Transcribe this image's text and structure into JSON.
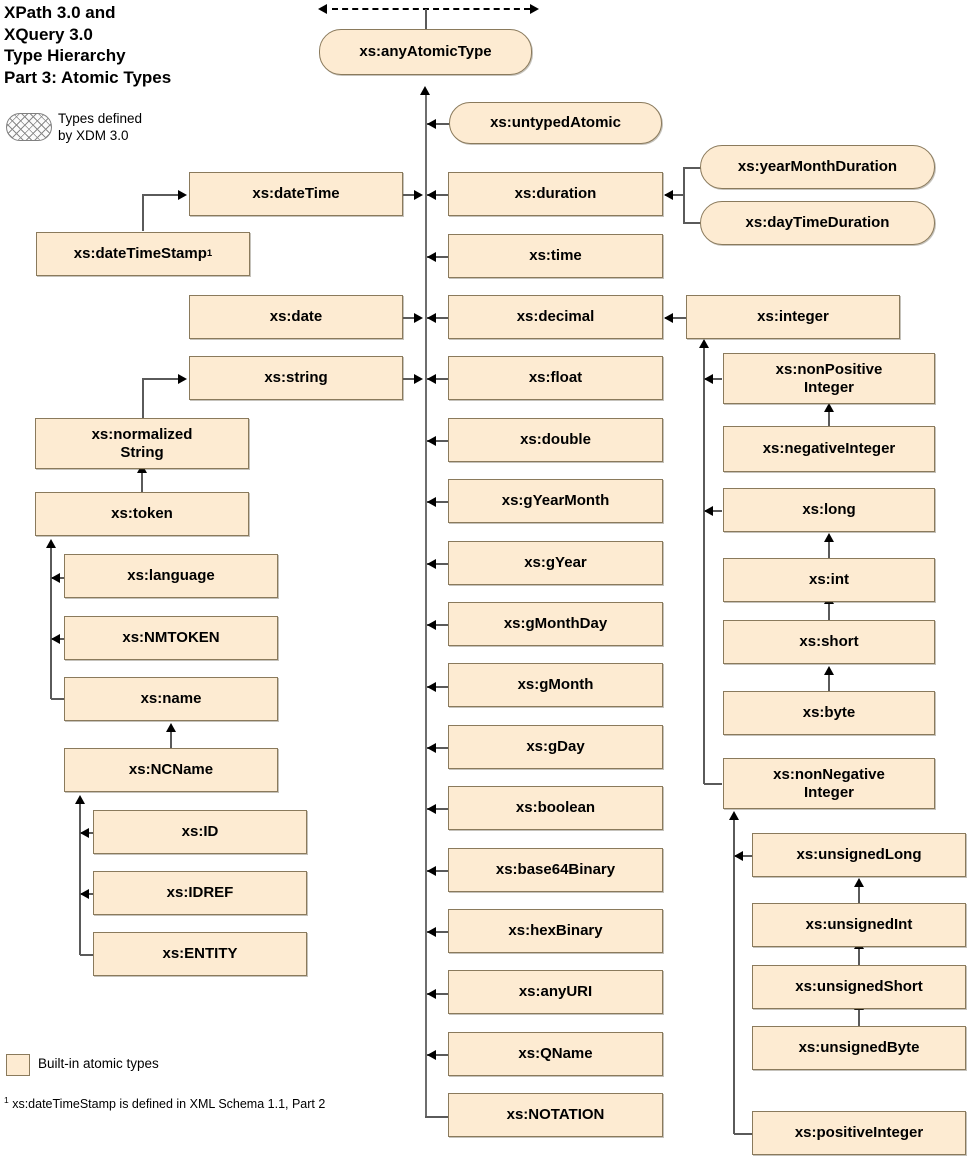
{
  "title": "XPath 3.0 and\nXQuery 3.0\nType Hierarchy\nPart 3: Atomic Types",
  "legend_top": {
    "icon": "hatched-rounded-pill",
    "label": "Types defined\nby XDM 3.0"
  },
  "legend_bottom": {
    "icon": "filled-square-swatch",
    "label": "Built-in atomic types"
  },
  "footnote": {
    "marker": "1",
    "text": " xs:dateTimeStamp is defined in XML Schema 1.1, Part 2"
  },
  "colors": {
    "node_fill": "#fdebd2",
    "node_border": "#8a7a5c",
    "connector": "#5a5a5a",
    "arrow": "#000000",
    "text": "#000000",
    "background": "#ffffff"
  },
  "nodes": {
    "anyAtomicType": {
      "label": "xs:anyAtomicType",
      "shape": "rounded"
    },
    "untypedAtomic": {
      "label": "xs:untypedAtomic",
      "shape": "rounded"
    },
    "yearMonthDuration": {
      "label": "xs:yearMonthDuration",
      "shape": "rounded"
    },
    "dayTimeDuration": {
      "label": "xs:dayTimeDuration",
      "shape": "rounded"
    },
    "dateTime": {
      "label": "xs:dateTime",
      "shape": "rect"
    },
    "dateTimeStamp": {
      "label": "xs:dateTimeStamp",
      "shape": "rect",
      "superscript": "1"
    },
    "date": {
      "label": "xs:date",
      "shape": "rect"
    },
    "string": {
      "label": "xs:string",
      "shape": "rect"
    },
    "normalizedString": {
      "label": "xs:normalized\nString",
      "shape": "rect"
    },
    "token": {
      "label": "xs:token",
      "shape": "rect"
    },
    "language": {
      "label": "xs:language",
      "shape": "rect"
    },
    "NMTOKEN": {
      "label": "xs:NMTOKEN",
      "shape": "rect"
    },
    "name": {
      "label": "xs:name",
      "shape": "rect"
    },
    "NCName": {
      "label": "xs:NCName",
      "shape": "rect"
    },
    "ID": {
      "label": "xs:ID",
      "shape": "rect"
    },
    "IDREF": {
      "label": "xs:IDREF",
      "shape": "rect"
    },
    "ENTITY": {
      "label": "xs:ENTITY",
      "shape": "rect"
    },
    "duration": {
      "label": "xs:duration",
      "shape": "rect"
    },
    "time": {
      "label": "xs:time",
      "shape": "rect"
    },
    "decimal": {
      "label": "xs:decimal",
      "shape": "rect"
    },
    "float": {
      "label": "xs:float",
      "shape": "rect"
    },
    "double": {
      "label": "xs:double",
      "shape": "rect"
    },
    "gYearMonth": {
      "label": "xs:gYearMonth",
      "shape": "rect"
    },
    "gYear": {
      "label": "xs:gYear",
      "shape": "rect"
    },
    "gMonthDay": {
      "label": "xs:gMonthDay",
      "shape": "rect"
    },
    "gMonth": {
      "label": "xs:gMonth",
      "shape": "rect"
    },
    "gDay": {
      "label": "xs:gDay",
      "shape": "rect"
    },
    "boolean": {
      "label": "xs:boolean",
      "shape": "rect"
    },
    "base64Binary": {
      "label": "xs:base64Binary",
      "shape": "rect"
    },
    "hexBinary": {
      "label": "xs:hexBinary",
      "shape": "rect"
    },
    "anyURI": {
      "label": "xs:anyURI",
      "shape": "rect"
    },
    "QName": {
      "label": "xs:QName",
      "shape": "rect"
    },
    "NOTATION": {
      "label": "xs:NOTATION",
      "shape": "rect"
    },
    "integer": {
      "label": "xs:integer",
      "shape": "rect"
    },
    "nonPositiveInteger": {
      "label": "xs:nonPositive\nInteger",
      "shape": "rect"
    },
    "negativeInteger": {
      "label": "xs:negativeInteger",
      "shape": "rect"
    },
    "long": {
      "label": "xs:long",
      "shape": "rect"
    },
    "int": {
      "label": "xs:int",
      "shape": "rect"
    },
    "short": {
      "label": "xs:short",
      "shape": "rect"
    },
    "byte": {
      "label": "xs:byte",
      "shape": "rect"
    },
    "nonNegativeInteger": {
      "label": "xs:nonNegative\nInteger",
      "shape": "rect"
    },
    "unsignedLong": {
      "label": "xs:unsignedLong",
      "shape": "rect"
    },
    "unsignedInt": {
      "label": "xs:unsignedInt",
      "shape": "rect"
    },
    "unsignedShort": {
      "label": "xs:unsignedShort",
      "shape": "rect"
    },
    "unsignedByte": {
      "label": "xs:unsignedByte",
      "shape": "rect"
    },
    "positiveInteger": {
      "label": "xs:positiveInteger",
      "shape": "rect"
    }
  },
  "edges": [
    {
      "from": "anyAtomicType",
      "to": "continuation-above",
      "style": "dashed-bidirectional"
    },
    {
      "from": "untypedAtomic",
      "to": "anyAtomicType"
    },
    {
      "from": "dateTime",
      "to": "anyAtomicType"
    },
    {
      "from": "dateTimeStamp",
      "to": "dateTime"
    },
    {
      "from": "date",
      "to": "anyAtomicType"
    },
    {
      "from": "string",
      "to": "anyAtomicType"
    },
    {
      "from": "normalizedString",
      "to": "string"
    },
    {
      "from": "token",
      "to": "normalizedString"
    },
    {
      "from": "language",
      "to": "token"
    },
    {
      "from": "NMTOKEN",
      "to": "token"
    },
    {
      "from": "name",
      "to": "token"
    },
    {
      "from": "NCName",
      "to": "name"
    },
    {
      "from": "ID",
      "to": "NCName"
    },
    {
      "from": "IDREF",
      "to": "NCName"
    },
    {
      "from": "ENTITY",
      "to": "NCName"
    },
    {
      "from": "duration",
      "to": "anyAtomicType"
    },
    {
      "from": "yearMonthDuration",
      "to": "duration"
    },
    {
      "from": "dayTimeDuration",
      "to": "duration"
    },
    {
      "from": "time",
      "to": "anyAtomicType"
    },
    {
      "from": "decimal",
      "to": "anyAtomicType"
    },
    {
      "from": "integer",
      "to": "decimal"
    },
    {
      "from": "float",
      "to": "anyAtomicType"
    },
    {
      "from": "double",
      "to": "anyAtomicType"
    },
    {
      "from": "gYearMonth",
      "to": "anyAtomicType"
    },
    {
      "from": "gYear",
      "to": "anyAtomicType"
    },
    {
      "from": "gMonthDay",
      "to": "anyAtomicType"
    },
    {
      "from": "gMonth",
      "to": "anyAtomicType"
    },
    {
      "from": "gDay",
      "to": "anyAtomicType"
    },
    {
      "from": "boolean",
      "to": "anyAtomicType"
    },
    {
      "from": "base64Binary",
      "to": "anyAtomicType"
    },
    {
      "from": "hexBinary",
      "to": "anyAtomicType"
    },
    {
      "from": "anyURI",
      "to": "anyAtomicType"
    },
    {
      "from": "QName",
      "to": "anyAtomicType"
    },
    {
      "from": "NOTATION",
      "to": "anyAtomicType"
    },
    {
      "from": "nonPositiveInteger",
      "to": "integer"
    },
    {
      "from": "negativeInteger",
      "to": "nonPositiveInteger"
    },
    {
      "from": "long",
      "to": "integer"
    },
    {
      "from": "int",
      "to": "long"
    },
    {
      "from": "short",
      "to": "int"
    },
    {
      "from": "byte",
      "to": "short"
    },
    {
      "from": "nonNegativeInteger",
      "to": "integer"
    },
    {
      "from": "unsignedLong",
      "to": "nonNegativeInteger"
    },
    {
      "from": "unsignedInt",
      "to": "unsignedLong"
    },
    {
      "from": "unsignedShort",
      "to": "unsignedInt"
    },
    {
      "from": "unsignedByte",
      "to": "unsignedShort"
    },
    {
      "from": "positiveInteger",
      "to": "nonNegativeInteger"
    }
  ]
}
